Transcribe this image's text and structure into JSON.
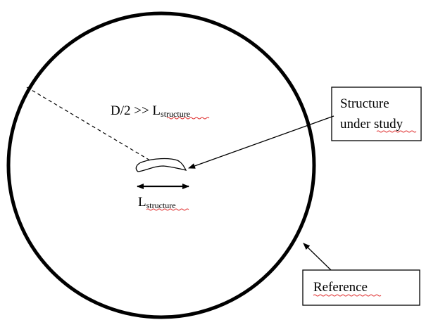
{
  "diagram": {
    "relation": {
      "prefix": "D/2 >> L",
      "subscript": "structure"
    },
    "length_label": {
      "main": "L",
      "subscript": "structure"
    },
    "structure_callout": {
      "line1": "Structure",
      "line2": "under study"
    },
    "reference_callout": {
      "text": "Reference"
    }
  }
}
